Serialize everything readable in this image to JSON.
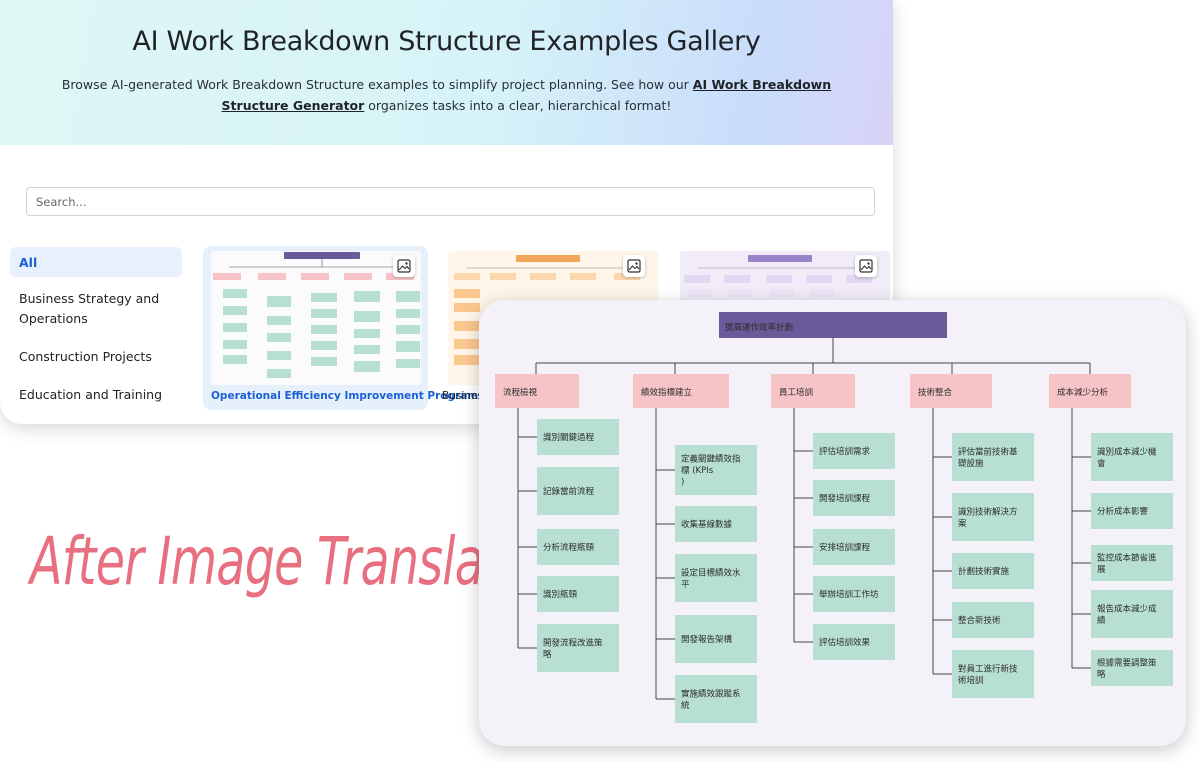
{
  "hero": {
    "title": "AI Work Breakdown Structure Examples Gallery",
    "desc_before": "Browse AI-generated Work Breakdown Structure examples to simplify project planning. See how our ",
    "desc_link": "AI Work Breakdown Structure Generator",
    "desc_after": " organizes tasks into a clear, hierarchical format!"
  },
  "search": {
    "placeholder": "Search..."
  },
  "categories": [
    {
      "label": "All",
      "active": true
    },
    {
      "label": "Business Strategy and Operations"
    },
    {
      "label": "Construction Projects"
    },
    {
      "label": "Education and Training"
    }
  ],
  "cards": [
    {
      "caption": "Operational Efficiency Improvement Program"
    },
    {
      "caption": "Business"
    }
  ],
  "overlay_label": "After Image Translator",
  "diagram": {
    "root": "提高運作效率計劃",
    "branches": [
      {
        "title": "流程檢視",
        "children": [
          "識別關鍵過程",
          "記錄當前流程",
          "分析流程瓶頸",
          "識別瓶頸",
          "開發流程改進策略"
        ]
      },
      {
        "title": "績效指標建立",
        "children": [
          "定義關鍵績效指標 (KPIs)",
          "收集基線數據",
          "設定目標績效水平",
          "開發報告架構",
          "實施績效跟蹤系統"
        ]
      },
      {
        "title": "員工培訓",
        "children": [
          "評估培訓需求",
          "開發培訓課程",
          "安排培訓課程",
          "舉辦培訓工作坊",
          "評估培訓效果"
        ]
      },
      {
        "title": "技術整合",
        "children": [
          "評估當前技術基礎設施",
          "識別技術解決方案",
          "計劃技術實施",
          "整合新技術",
          "對員工進行新技術培訓"
        ]
      },
      {
        "title": "成本減少分析",
        "children": [
          "識別成本減少機會",
          "分析成本影響",
          "監控成本節省進展",
          "報告成本減少成績",
          "根據需要調整策略"
        ]
      }
    ]
  },
  "colors": {
    "root_fill": "#6a5a99",
    "branch_fill": "#f6c4c7",
    "leaf_fill": "#b7e0d3",
    "accent_link": "#1a5fd6",
    "overlay_text": "#e86f7f"
  }
}
